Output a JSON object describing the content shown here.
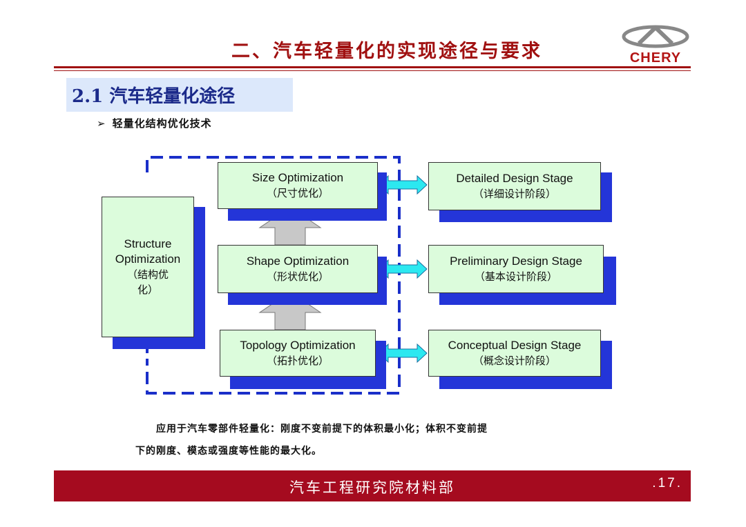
{
  "header": {
    "title": "二、汽车轻量化的实现途径与要求",
    "logo_text": "CHERY"
  },
  "section": {
    "title": "2.1 汽车轻量化途径"
  },
  "bullet": {
    "text": "轻量化结构优化技术"
  },
  "diagram": {
    "structure": {
      "line1": "Structure",
      "line2": "Optimization",
      "line3": "（结构优",
      "line4": "化）"
    },
    "optimizations": [
      {
        "en": "Size Optimization",
        "cn": "（尺寸优化）"
      },
      {
        "en": "Shape Optimization",
        "cn": "（形状优化）"
      },
      {
        "en": "Topology Optimization",
        "cn": "（拓扑优化）"
      }
    ],
    "stages": [
      {
        "en": "Detailed Design Stage",
        "cn": "（详细设计阶段）"
      },
      {
        "en": "Preliminary Design Stage",
        "cn": "（基本设计阶段）"
      },
      {
        "en": "Conceptual Design Stage",
        "cn": "（概念设计阶段）"
      }
    ],
    "colors": {
      "box_fill": "#dcfcdc",
      "shadow": "#2435d8",
      "dashed_border": "#1a2fc9",
      "arrow_cyan": "#2ce8f0",
      "arrow_gray": "#c8c8c8"
    }
  },
  "caption": {
    "line1": "应用于汽车零部件轻量化：刚度不变前提下的体积最小化；体积不变前提",
    "line2": "下的刚度、模态或强度等性能的最大化。"
  },
  "footer": {
    "text": "汽车工程研究院材料部",
    "page_number": ".17."
  },
  "colors": {
    "accent_red": "#a01010",
    "footer_red": "#a50b1f",
    "section_blue": "#1b2a8a",
    "section_bg": "#dce8fb"
  }
}
